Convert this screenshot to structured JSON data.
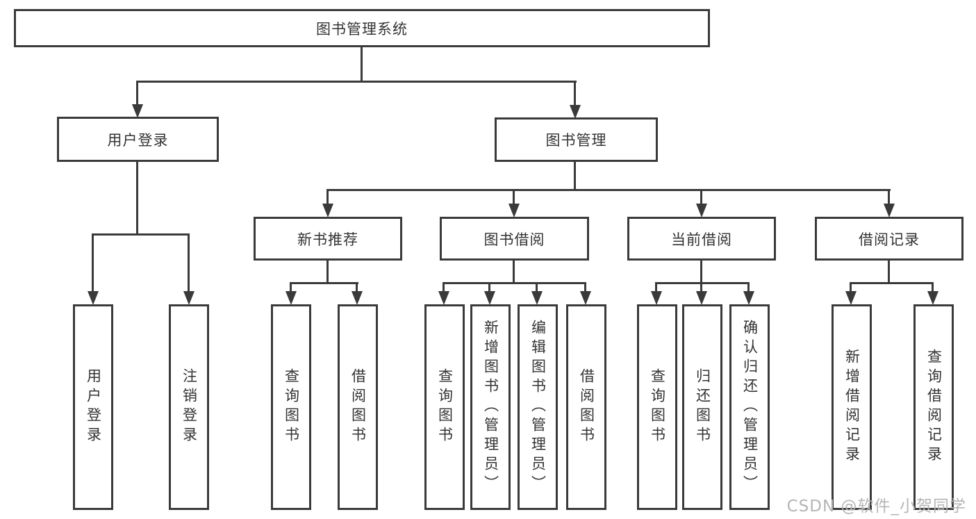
{
  "diagram": {
    "type": "hierarchy-tree",
    "colors": {
      "line": "#3a3a3a",
      "box_border": "#3a3a3a",
      "text": "#333333",
      "background": "#ffffff",
      "watermark": "#b5b5b5"
    },
    "tree": {
      "root": {
        "label": "图书管理系统",
        "children": [
          {
            "label": "用户登录",
            "children": [
              {
                "label": "用户登录"
              },
              {
                "label": "注销登录"
              }
            ]
          },
          {
            "label": "图书管理",
            "children": [
              {
                "label": "新书推荐",
                "children": [
                  {
                    "label": "查询图书"
                  },
                  {
                    "label": "借阅图书"
                  }
                ]
              },
              {
                "label": "图书借阅",
                "children": [
                  {
                    "label": "查询图书"
                  },
                  {
                    "label": "新增图书（管理员）"
                  },
                  {
                    "label": "编辑图书（管理员）"
                  },
                  {
                    "label": "借阅图书"
                  }
                ]
              },
              {
                "label": "当前借阅",
                "children": [
                  {
                    "label": "查询图书"
                  },
                  {
                    "label": "归还图书"
                  },
                  {
                    "label": "确认归还（管理员）"
                  }
                ]
              },
              {
                "label": "借阅记录",
                "children": [
                  {
                    "label": "新增借阅记录"
                  },
                  {
                    "label": "查询借阅记录"
                  }
                ]
              }
            ]
          }
        ]
      }
    }
  },
  "watermark": {
    "text": "CSDN @软件_小贺同学"
  }
}
